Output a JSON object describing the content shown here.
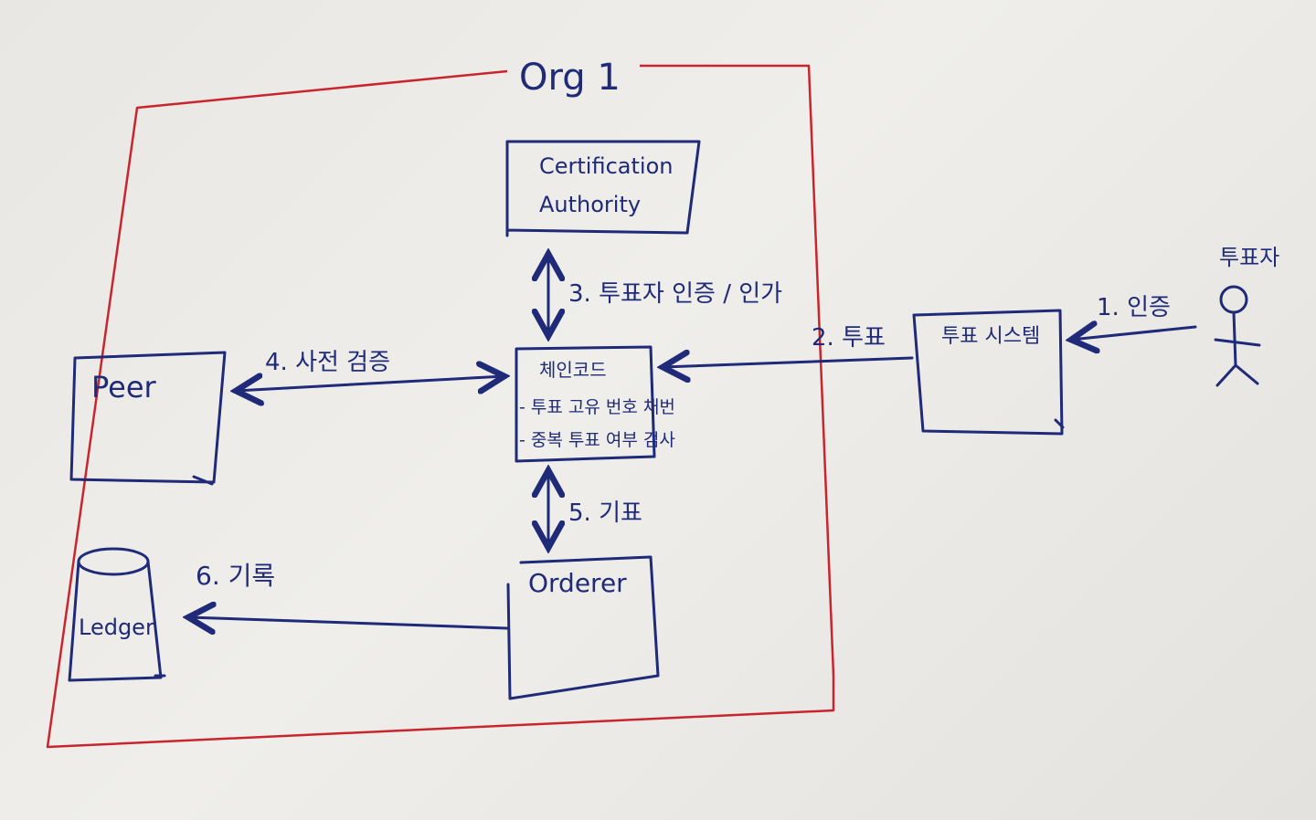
{
  "org": {
    "title": "Org 1"
  },
  "nodes": {
    "ca": {
      "line1": "Certification",
      "line2": "Authority"
    },
    "peer": {
      "label": "Peer"
    },
    "chaincode": {
      "title": "체인코드",
      "item1": "- 투표 고유 번호 채번",
      "item2": "- 중복 투표 여부 검사"
    },
    "orderer": {
      "label": "Orderer"
    },
    "ledger": {
      "label": "Ledger"
    },
    "voting_system": {
      "label": "투표 시스템"
    },
    "voter": {
      "label": "투표자"
    }
  },
  "edges": {
    "e1": "1. 인증",
    "e2": "2. 투표",
    "e3": "3. 투표자 인증 / 인가",
    "e4": "4. 사전 검증",
    "e5": "5. 기표",
    "e6": "6. 기록"
  },
  "colors": {
    "ink": "#1f2a78",
    "org_border": "#c8252e",
    "paper": "#ecebe7"
  }
}
